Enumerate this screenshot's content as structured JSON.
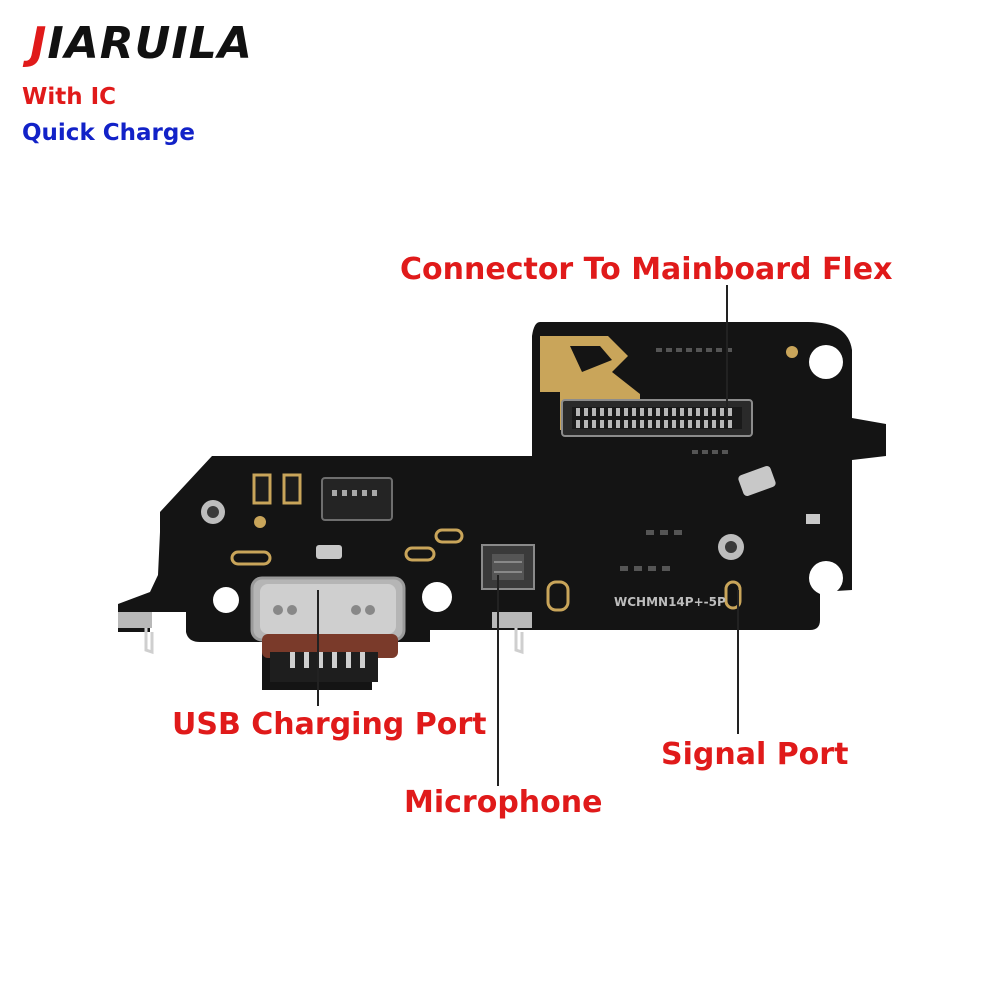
{
  "brand": {
    "name_first": "J",
    "name_rest": "IARUILA"
  },
  "tags": {
    "line1": "With IC",
    "line2": "Quick Charge"
  },
  "labels": {
    "connector": "Connector To Mainboard Flex",
    "usb": "USB Charging Port",
    "microphone": "Microphone",
    "signal": "Signal Port"
  },
  "board": {
    "silkscreen": "WCHMN14P+-5P"
  },
  "colors": {
    "brand_red": "#e01a1a",
    "blue": "#1222c8",
    "pcb": "#141414",
    "gold": "#c9a55a"
  }
}
